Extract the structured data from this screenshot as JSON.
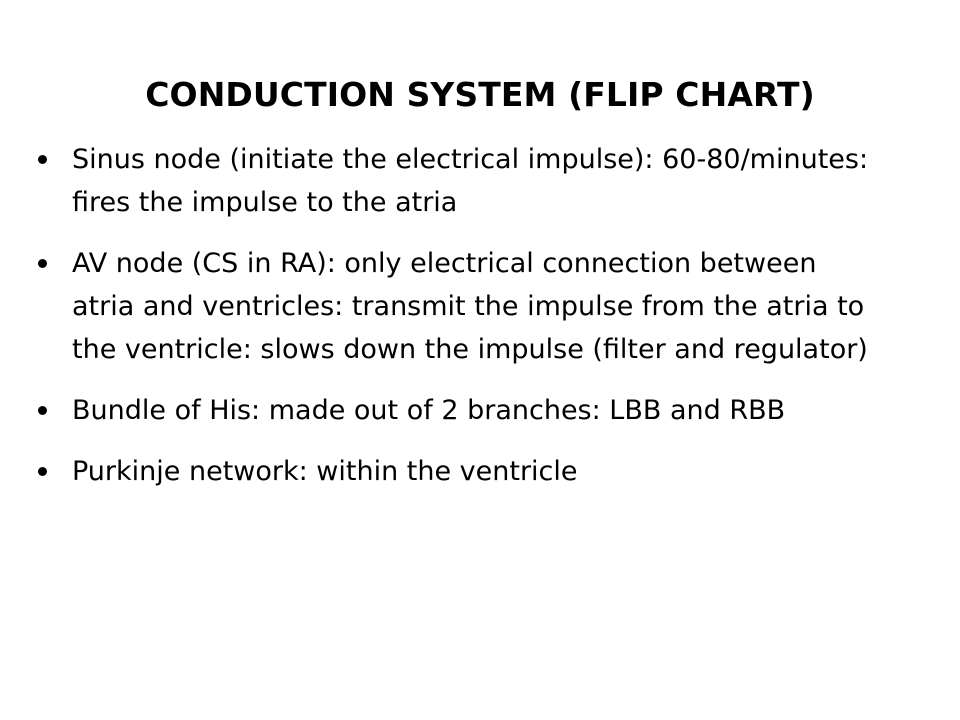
{
  "slide": {
    "title": "CONDUCTION SYSTEM (FLIP CHART)",
    "bullets": [
      {
        "text": "Sinus node (initiate the electrical impulse): 60-80/minutes: fires the impulse to the atria"
      },
      {
        "text": "AV node (CS in RA): only electrical connection between atria and ventricles: transmit the impulse from the atria to the ventricle: slows down the impulse (filter and regulator)"
      },
      {
        "text": "Bundle of His: made out of 2 branches: LBB and RBB"
      },
      {
        "text": "Purkinje network: within the ventricle"
      }
    ]
  }
}
